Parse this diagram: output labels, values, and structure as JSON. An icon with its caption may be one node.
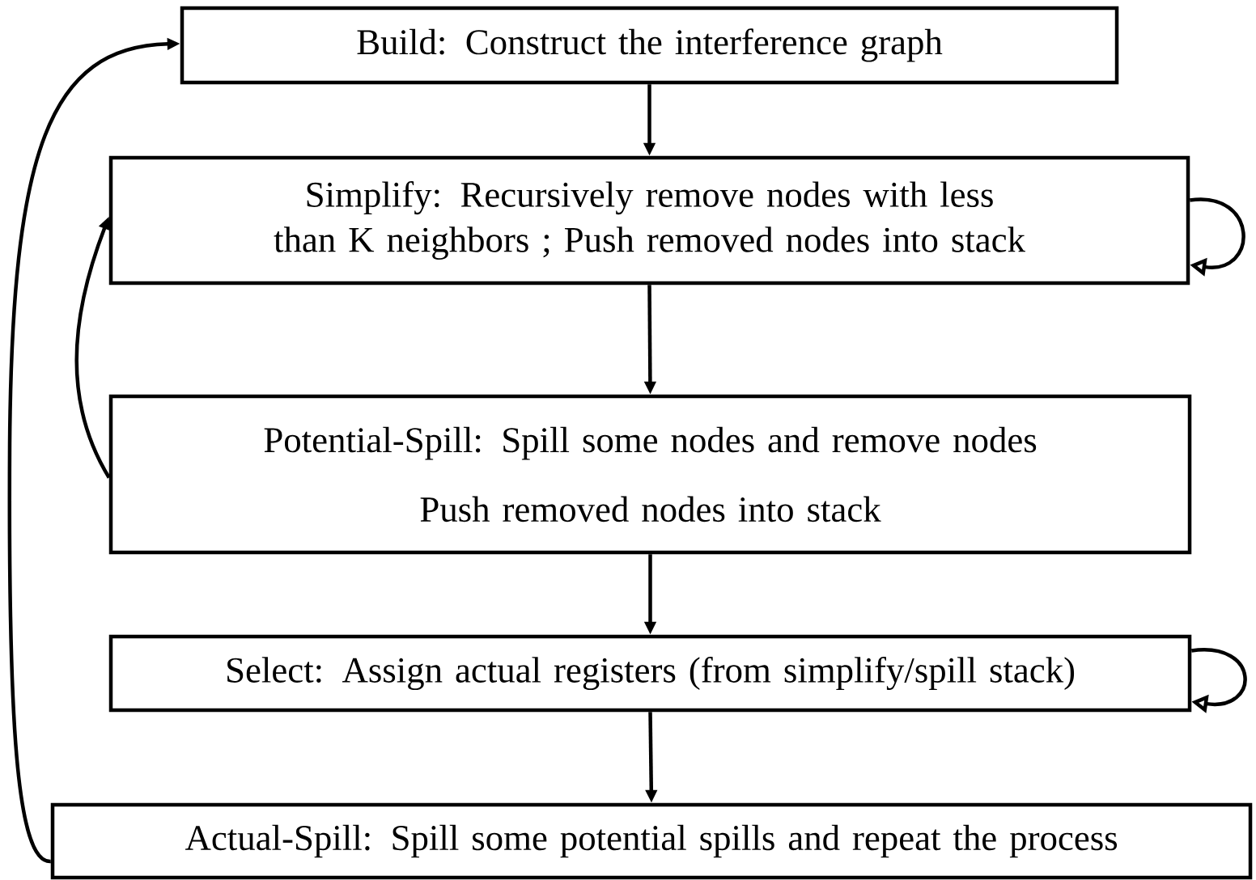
{
  "diagram": {
    "nodes": [
      {
        "text": [
          "Build: Construct the interference graph"
        ]
      },
      {
        "text": [
          "Simplify: Recursively remove nodes with less than K neighbors ; Push removed nodes into stack"
        ]
      },
      {
        "text": [
          "Potential-Spill: Spill some nodes and remove nodes",
          "Push removed nodes into stack"
        ]
      },
      {
        "text": [
          "Select: Assign actual registers (from simplify/spill stack)"
        ]
      },
      {
        "text": [
          "Actual-Spill: Spill some potential spills and repeat the process"
        ]
      }
    ],
    "edges": [
      {
        "from": 0,
        "to": 1,
        "arrow": "to"
      },
      {
        "from": 1,
        "to": 1,
        "arrow": "to"
      },
      {
        "from": 1,
        "to": 2,
        "arrow": "to"
      },
      {
        "from": 2,
        "to": 1,
        "arrow": "to"
      },
      {
        "from": 2,
        "to": 3,
        "arrow": "to"
      },
      {
        "from": 3,
        "to": 3,
        "arrow": "to"
      },
      {
        "from": 3,
        "to": 4,
        "arrow": "to"
      },
      {
        "from": 4,
        "to": 0,
        "arrow": "to"
      }
    ]
  }
}
